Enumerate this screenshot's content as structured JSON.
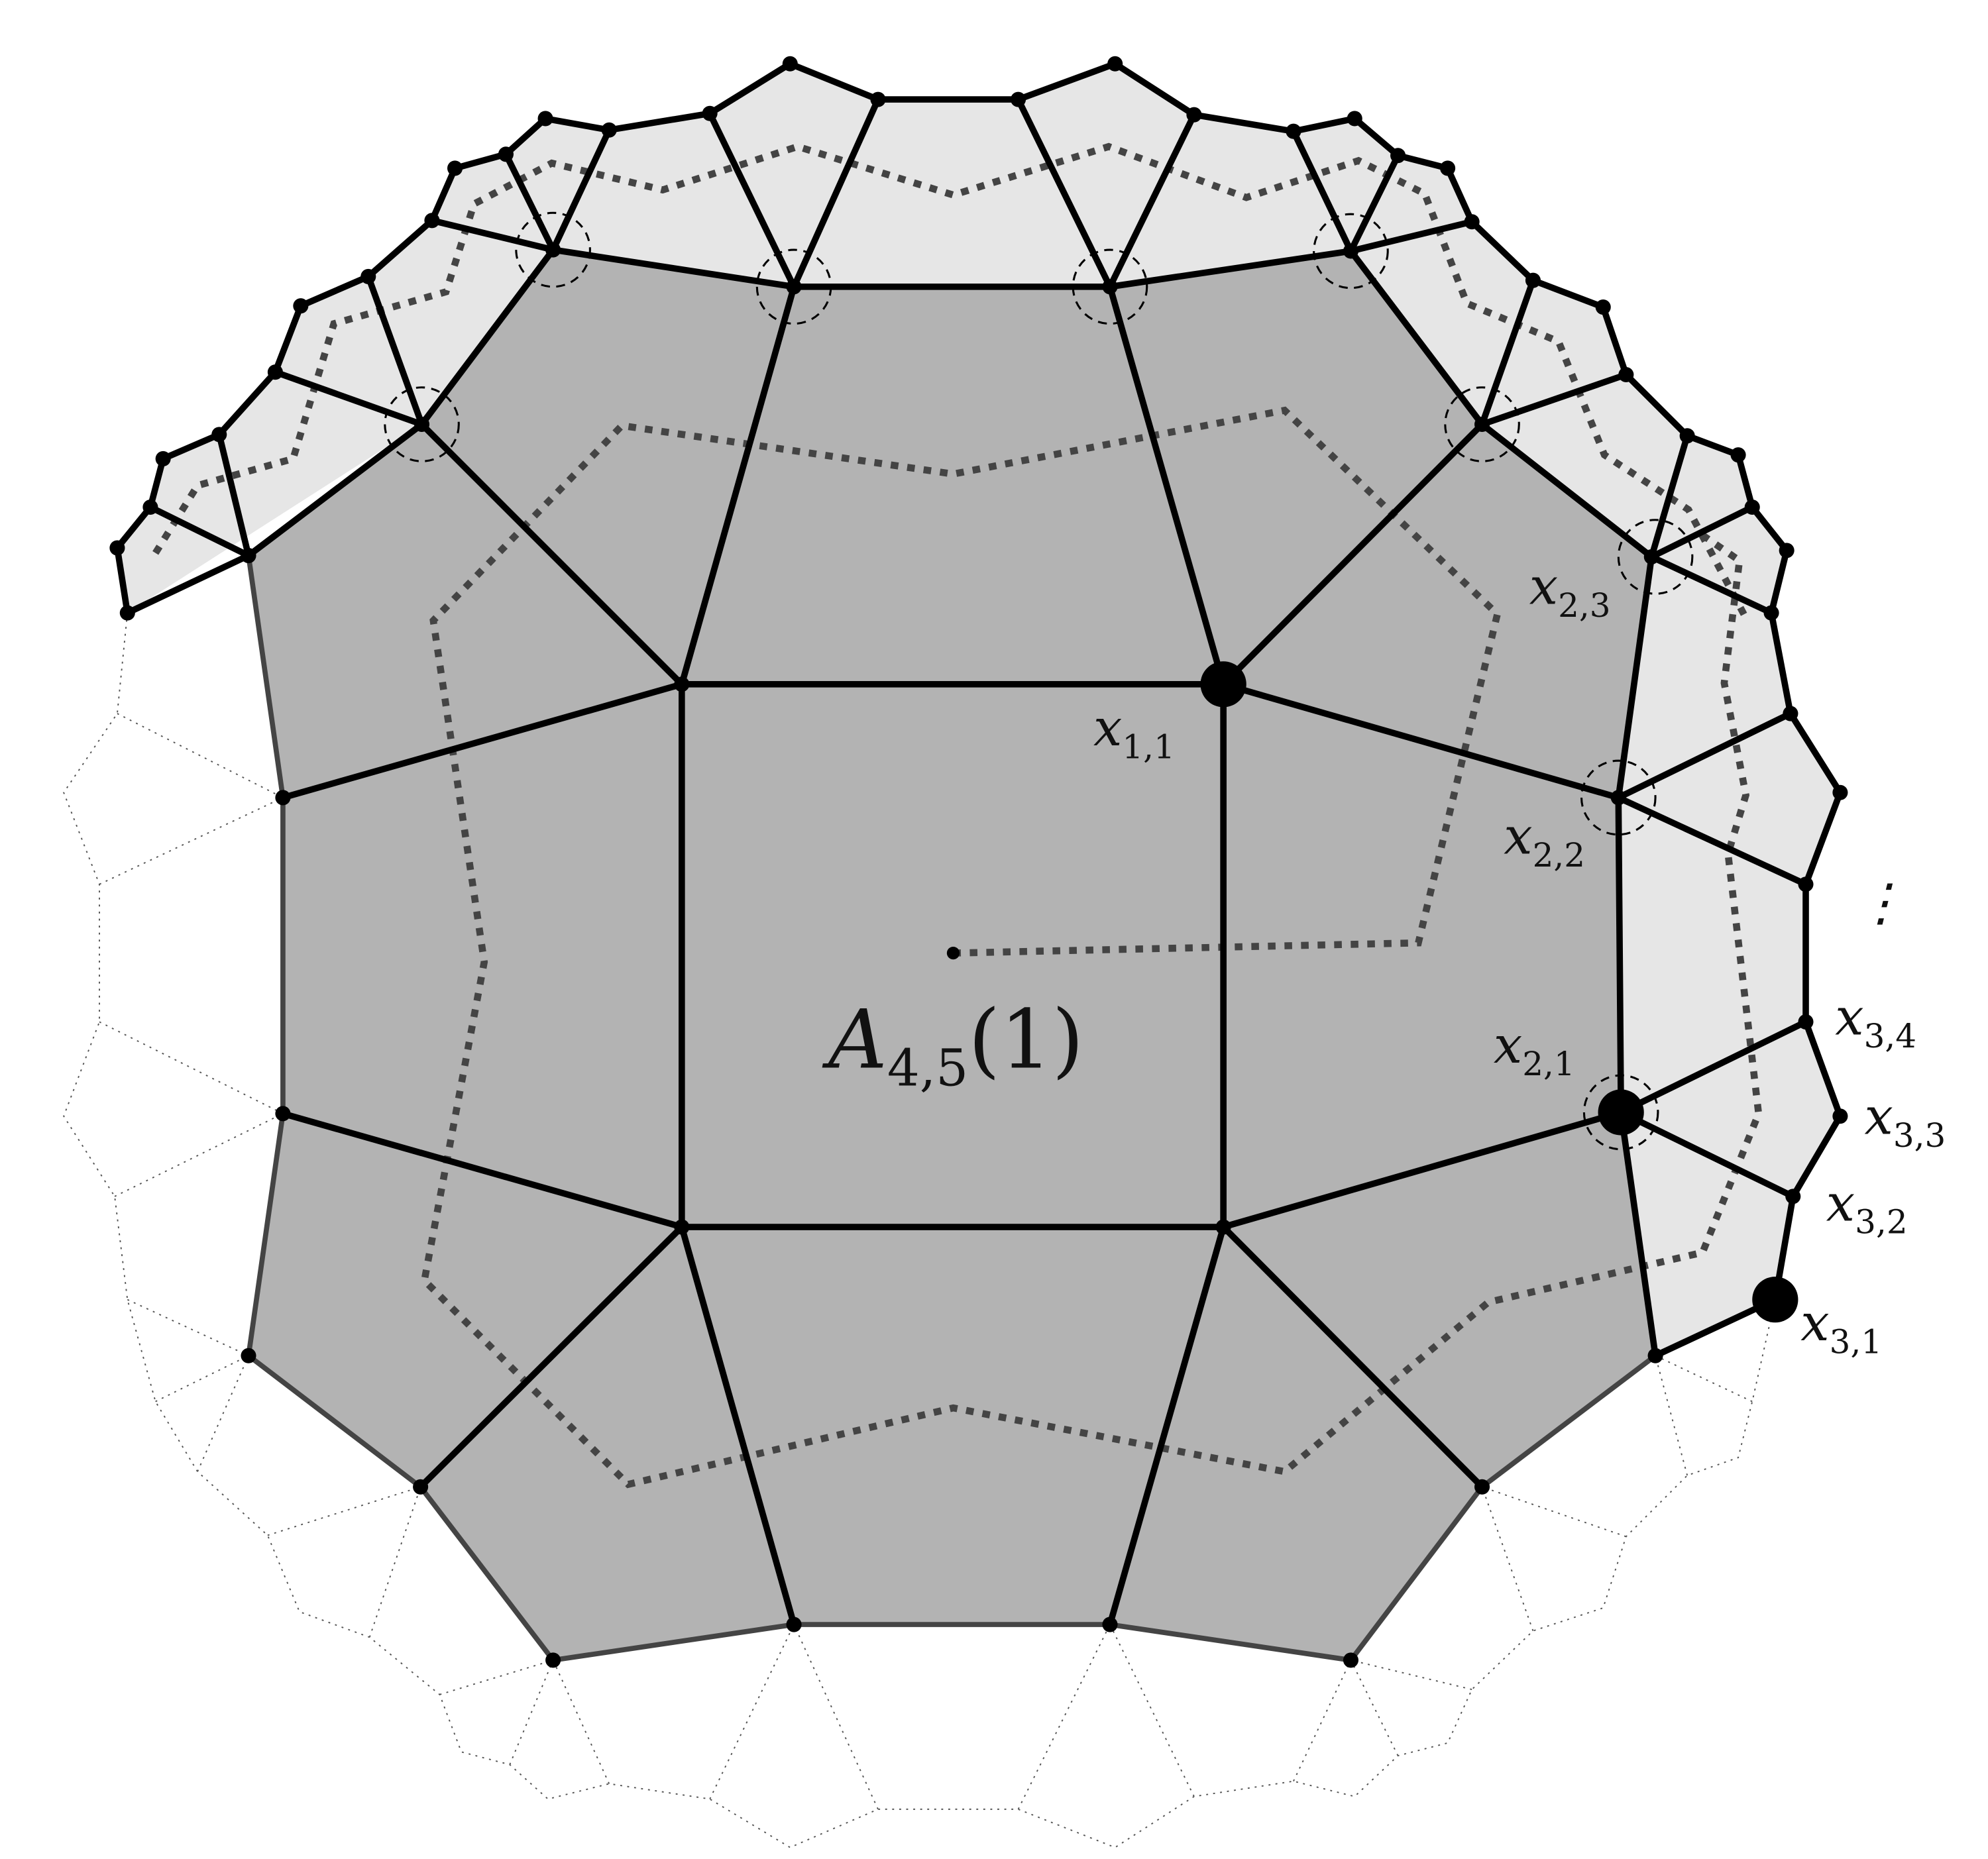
{
  "diagram": {
    "center_label": {
      "main": "A",
      "sub": "4,5",
      "suffix": "(1)"
    },
    "vertex_labels": [
      {
        "id": "x11",
        "main": "x",
        "sub": "1,1"
      },
      {
        "id": "x21",
        "main": "x",
        "sub": "2,1"
      },
      {
        "id": "x22",
        "main": "x",
        "sub": "2,2"
      },
      {
        "id": "x23",
        "main": "x",
        "sub": "2,3"
      },
      {
        "id": "x31",
        "main": "x",
        "sub": "3,1"
      },
      {
        "id": "x32",
        "main": "x",
        "sub": "3,2"
      },
      {
        "id": "x33",
        "main": "x",
        "sub": "3,3"
      },
      {
        "id": "x34",
        "main": "x",
        "sub": "3,4"
      }
    ],
    "continuation_marker": "⋮",
    "colors": {
      "inner_fill": "#b3b3b3",
      "outer_fill": "#e6e6e6",
      "edge": "#000000",
      "outer_boundary": "#444444",
      "dual_path": "#444444",
      "faint_tiles": "#555555"
    }
  }
}
